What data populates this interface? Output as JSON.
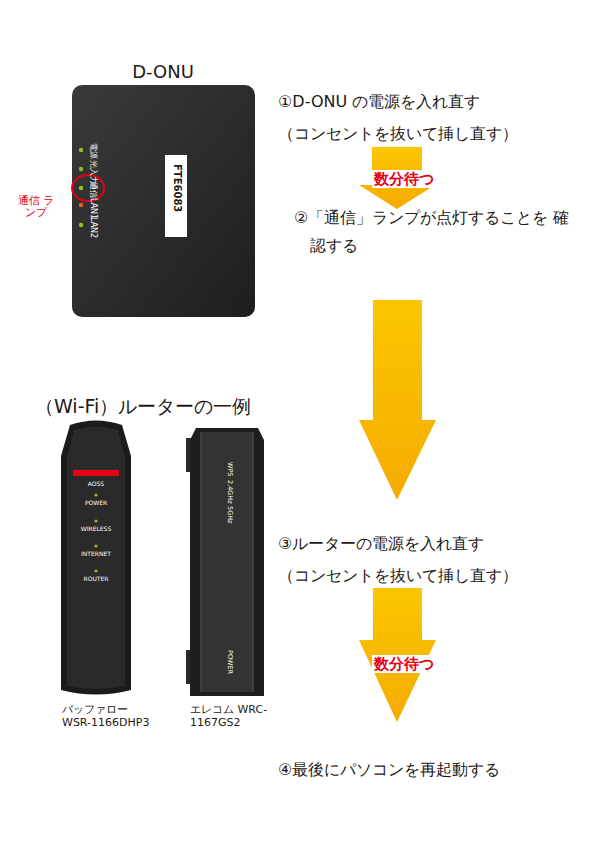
{
  "diagram": {
    "labels": [
      "D-ONU",
      "①D-ONU の電源を入れ直す",
      "（コンセントを抜いて挿し直す）",
      "電源",
      "光入力",
      "通信",
      "LAN1",
      "LAN2",
      "FTE6083",
      "通信 ランプ",
      "数分待つ",
      "②「通信」ランプが点灯することを 確認する",
      "（Wi-Fi）ルーターの一例",
      "AOSS",
      "POWER",
      "WIRELESS",
      "INTERNET",
      "ROUTER",
      "WPS",
      "2.4GHz",
      "5GHz",
      "POWER",
      "バッファロー WSR-1166DHP3",
      "エレコム WRC-1167GS2",
      "③ルーターの電源を入れ直す",
      "（コンセントを抜いて挿し直す）",
      "数分待つ",
      "④最後にパソコンを再起動する"
    ]
  }
}
